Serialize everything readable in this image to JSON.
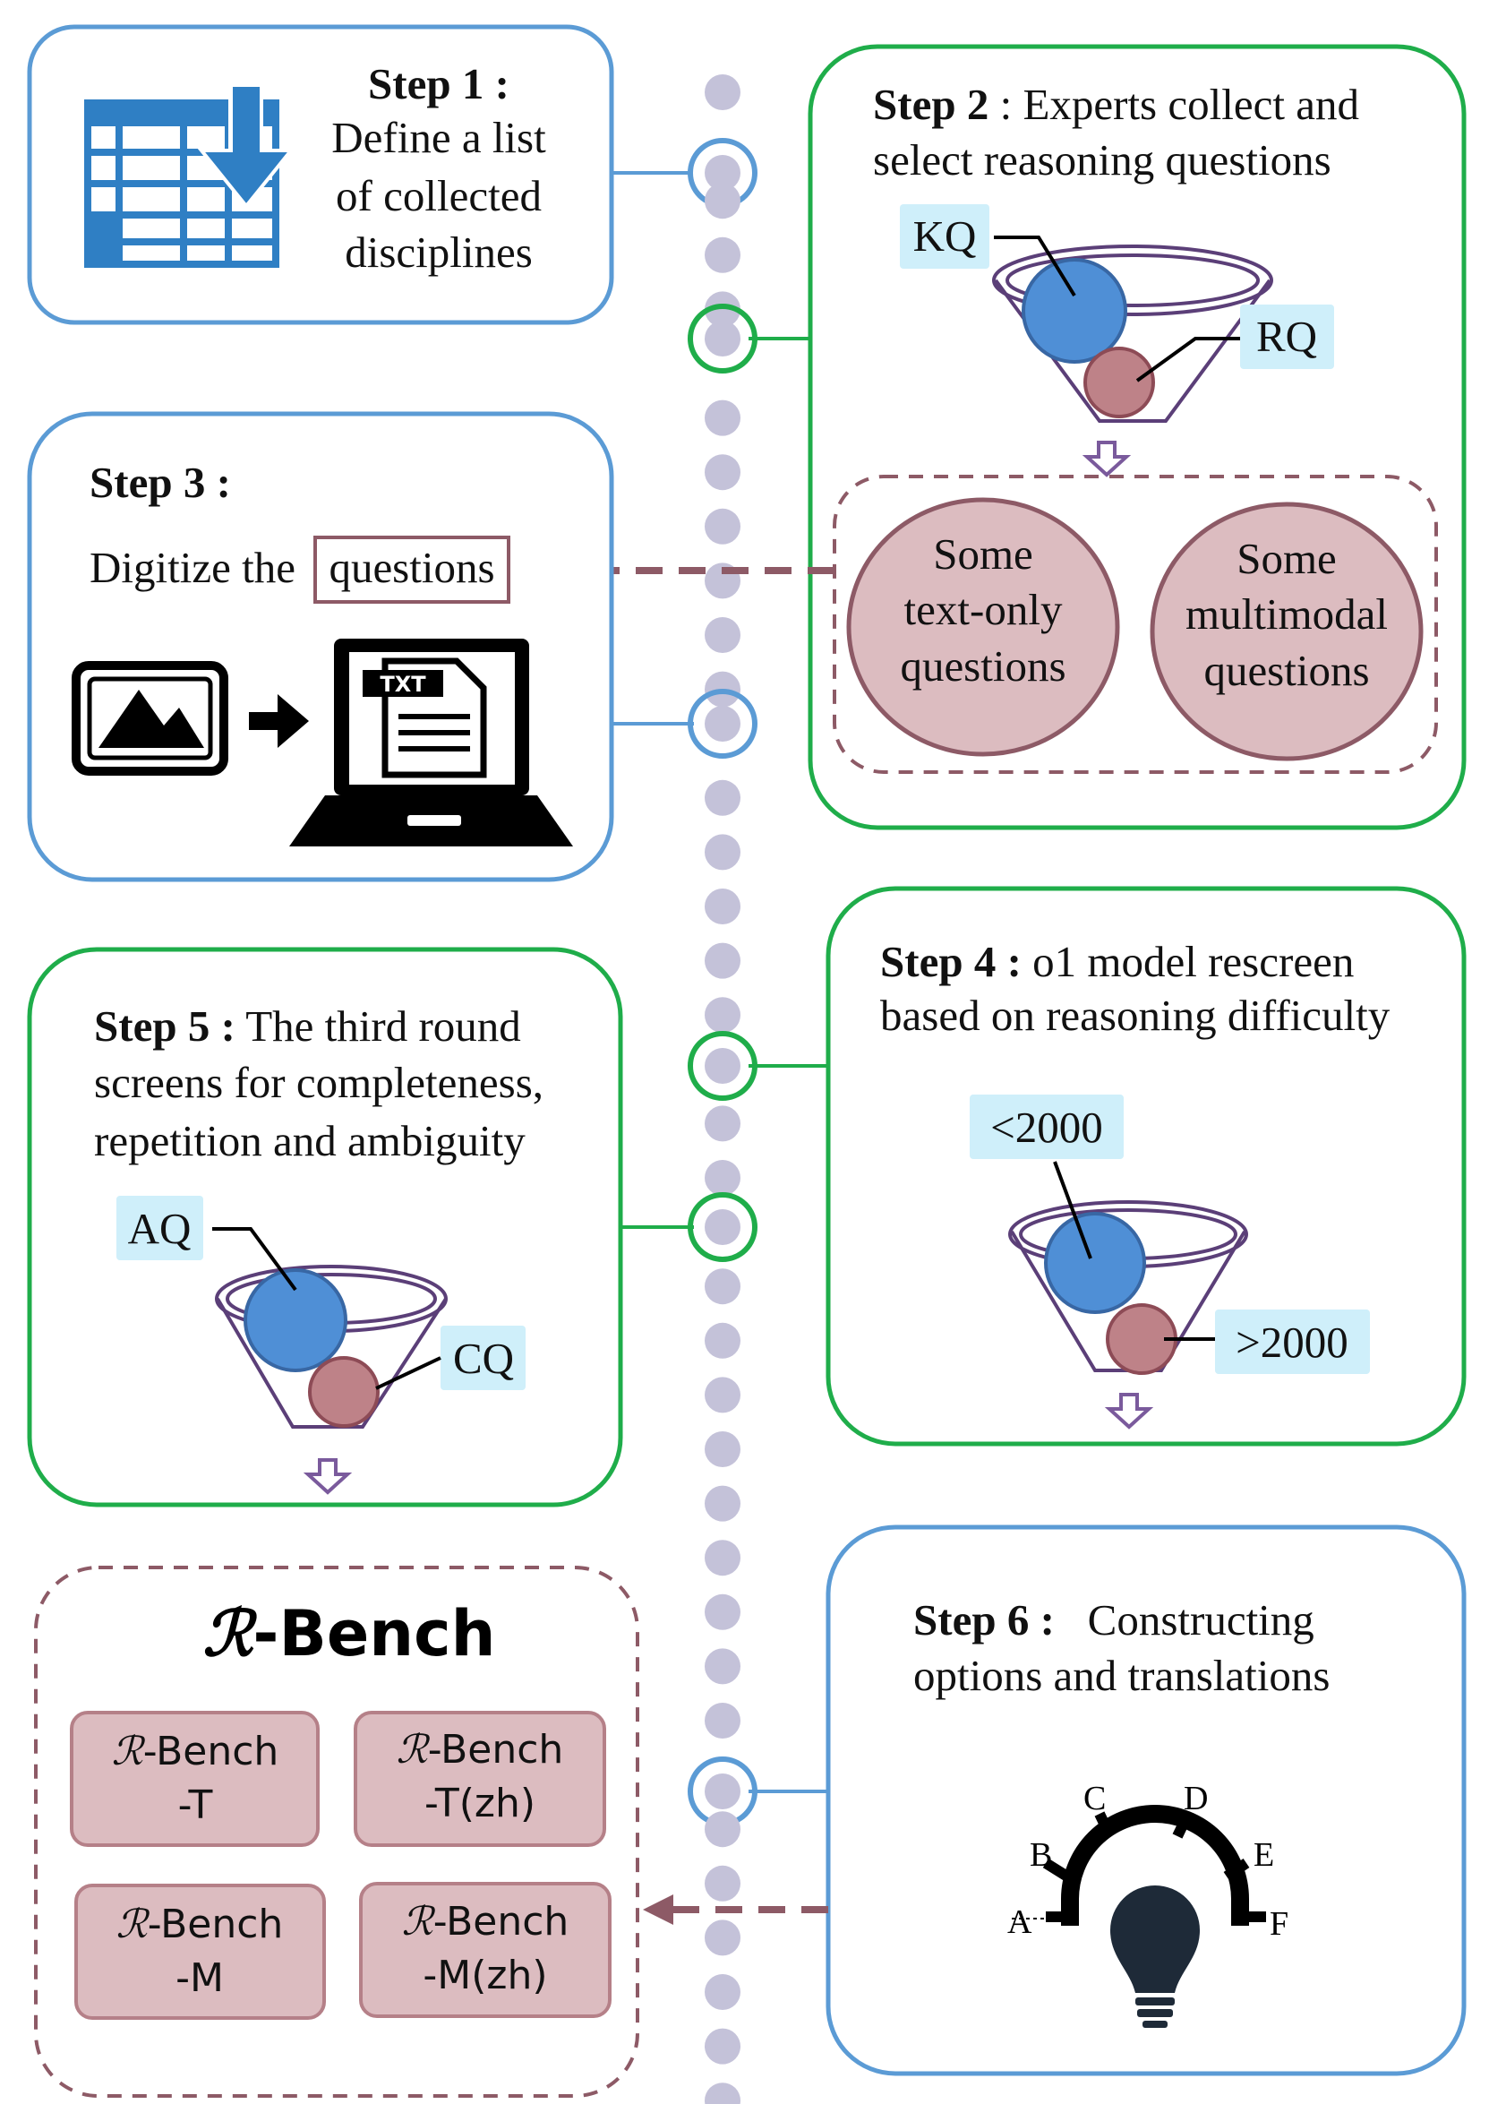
{
  "step1": {
    "title": "Step 1 :",
    "lines": [
      "Define a list",
      "of collected",
      "disciplines"
    ]
  },
  "step2": {
    "title": "Step 2",
    "desc_line1": " : Experts collect and",
    "desc_line2": "select reasoning questions",
    "tag_kq": "KQ",
    "tag_rq": "RQ",
    "bubble_text": [
      "Some",
      "text-only",
      "questions"
    ],
    "bubble_mm": [
      "Some",
      "multimodal",
      "questions"
    ]
  },
  "step3": {
    "title": "Step 3 :",
    "desc_prefix": "Digitize the",
    "desc_boxed": "questions",
    "file_label": "TXT"
  },
  "step4": {
    "title": "Step 4 :",
    "desc_line1": " o1 model rescreen",
    "desc_line2": "based on reasoning difficulty",
    "tag_low": "<2000",
    "tag_high": ">2000"
  },
  "step5": {
    "title": "Step 5 :",
    "desc_line1": " The third round",
    "desc_line2": "screens for completeness,",
    "desc_line3": "repetition and  ambiguity",
    "tag_aq": "AQ",
    "tag_cq": "CQ"
  },
  "step6": {
    "title": "Step 6 :",
    "desc_line1": "   Constructing",
    "desc_line2": "options and translations",
    "options": [
      "A",
      "B",
      "C",
      "D",
      "E",
      "F"
    ]
  },
  "rbench": {
    "glyph": "ℛ",
    "title": "-Bench",
    "items": [
      {
        "line1": "-Bench",
        "line2": "-T"
      },
      {
        "line1": "-Bench",
        "line2": "-T(zh)"
      },
      {
        "line1": "-Bench",
        "line2": "-M"
      },
      {
        "line1": "-Bench",
        "line2": "-M(zh)"
      }
    ]
  },
  "colors": {
    "blue_frame": "#5b9bd5",
    "green_frame": "#1fad4a",
    "maroon": "#8d5a66",
    "dot": "#c4c2d9",
    "ball_blue": "#4f8fd6",
    "ball_maroon": "#be8288",
    "tag_bg": "#cfeffa",
    "purple_arrow": "#7a5a9c"
  }
}
